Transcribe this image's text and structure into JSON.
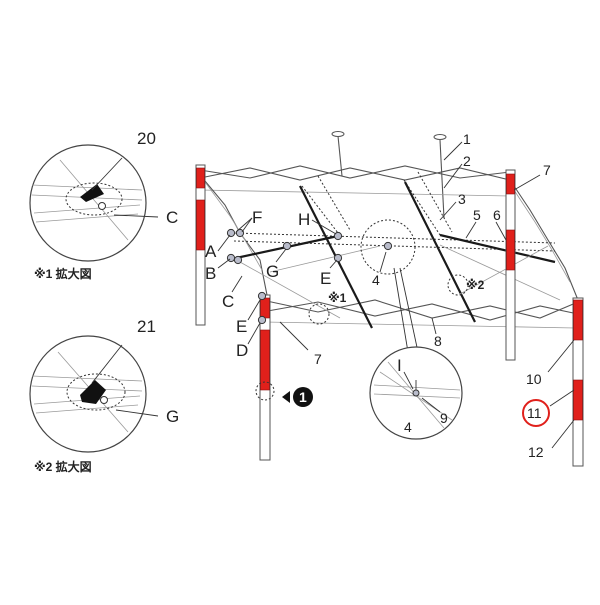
{
  "callouts": {
    "detail_1": {
      "part": "20",
      "letter": "C",
      "caption": "※1 拡大図"
    },
    "detail_2": {
      "part": "21",
      "letter": "G",
      "caption": "※2 拡大図"
    }
  },
  "letters": {
    "F": "F",
    "A": "A",
    "B": "B",
    "H": "H",
    "G": "G",
    "E_upper": "E",
    "C": "C",
    "E_lower": "E",
    "D": "D",
    "I": "I"
  },
  "numbers": [
    "1",
    "2",
    "3",
    "5",
    "6",
    "7",
    "4",
    "8",
    "7",
    "10",
    "11",
    "12",
    "9",
    "4"
  ],
  "marks": {
    "ref1": "※1",
    "ref2": "※2",
    "circled_1": "1"
  },
  "highlight": {
    "part": "11",
    "color": "#e0201b"
  },
  "colors": {
    "red_leg": "#e0201b",
    "frame": "#555555",
    "joint": "#b9bccb"
  }
}
